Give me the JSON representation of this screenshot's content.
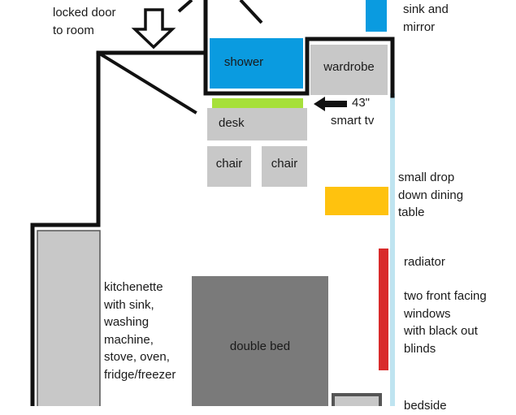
{
  "labels": {
    "locked_door": [
      "locked door",
      "to room"
    ],
    "sink_mirror": [
      "sink and",
      "mirror"
    ],
    "shower": "shower",
    "wardrobe": "wardrobe",
    "tv": [
      "43\"",
      "smart tv"
    ],
    "desk": "desk",
    "chair_left": "chair",
    "chair_right": "chair",
    "dining_table": [
      "small drop",
      "down dining",
      "table"
    ],
    "radiator": "radiator",
    "windows": [
      "two front facing",
      "windows",
      "with black out",
      "blinds"
    ],
    "kitchenette": [
      "kitchenette",
      "with sink,",
      "washing",
      "machine,",
      "stove, oven,",
      "fridge/freezer"
    ],
    "double_bed": "double bed",
    "bedside": "bedside"
  },
  "colors": {
    "wall": "#111111",
    "shower": "#0a9be0",
    "sink": "#0a9be0",
    "furniture_light": "#c8c8c8",
    "furniture_dark": "#7a7a7a",
    "desk_strip": "#a6e03a",
    "dining_table": "#ffc20e",
    "radiator": "#d92b2b",
    "window": "#bfe4f0"
  }
}
